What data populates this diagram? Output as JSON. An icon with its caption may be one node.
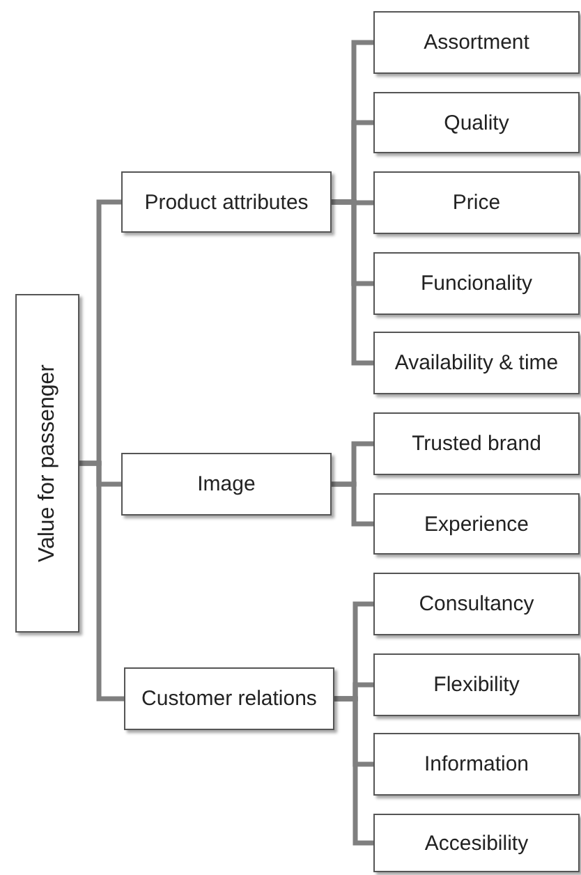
{
  "diagram": {
    "nodes": [
      {
        "text": [
          "Value for passenger"
        ]
      },
      {
        "text": [
          "Product attributes"
        ]
      },
      {
        "text": [
          "Image"
        ]
      },
      {
        "text": [
          "Customer relations"
        ]
      },
      {
        "text": [
          "Assortment"
        ]
      },
      {
        "text": [
          "Quality"
        ]
      },
      {
        "text": [
          "Price"
        ]
      },
      {
        "text": [
          "Funcionality"
        ]
      },
      {
        "text": [
          "Availability & time"
        ]
      },
      {
        "text": [
          "Trusted brand"
        ]
      },
      {
        "text": [
          "Experience"
        ]
      },
      {
        "text": [
          "Consultancy"
        ]
      },
      {
        "text": [
          "Flexibility"
        ]
      },
      {
        "text": [
          "Information"
        ]
      },
      {
        "text": [
          "Accesibility"
        ]
      }
    ],
    "edges": [
      {
        "from": 0,
        "to": 1,
        "arrow": "none"
      },
      {
        "from": 0,
        "to": 2,
        "arrow": "none"
      },
      {
        "from": 0,
        "to": 3,
        "arrow": "none"
      },
      {
        "from": 1,
        "to": 4,
        "arrow": "none"
      },
      {
        "from": 1,
        "to": 5,
        "arrow": "none"
      },
      {
        "from": 1,
        "to": 6,
        "arrow": "none"
      },
      {
        "from": 1,
        "to": 7,
        "arrow": "none"
      },
      {
        "from": 1,
        "to": 8,
        "arrow": "none"
      },
      {
        "from": 2,
        "to": 9,
        "arrow": "none"
      },
      {
        "from": 2,
        "to": 10,
        "arrow": "none"
      },
      {
        "from": 3,
        "to": 11,
        "arrow": "none"
      },
      {
        "from": 3,
        "to": 12,
        "arrow": "none"
      },
      {
        "from": 3,
        "to": 13,
        "arrow": "none"
      },
      {
        "from": 3,
        "to": 14,
        "arrow": "none"
      }
    ]
  }
}
